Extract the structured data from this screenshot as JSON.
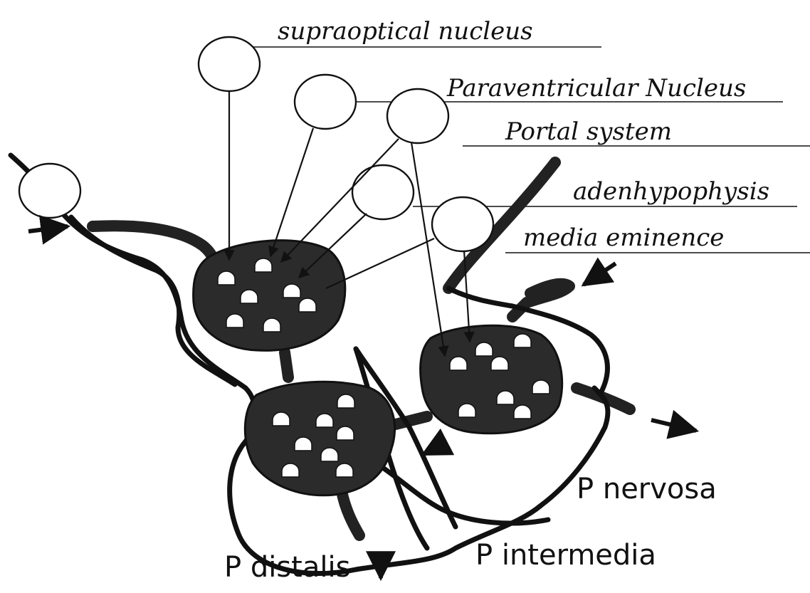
{
  "labels": {
    "supraoptical": "supraoptical nucleus",
    "paraventricular": "Paraventricular Nucleus",
    "portal": "Portal system",
    "adenohypophysis": "adenhypophysis",
    "median_eminence": "media eminence",
    "p_nervosa": "P nervosa",
    "p_distalis": "P distalis",
    "p_intermedia": "P intermedia"
  }
}
